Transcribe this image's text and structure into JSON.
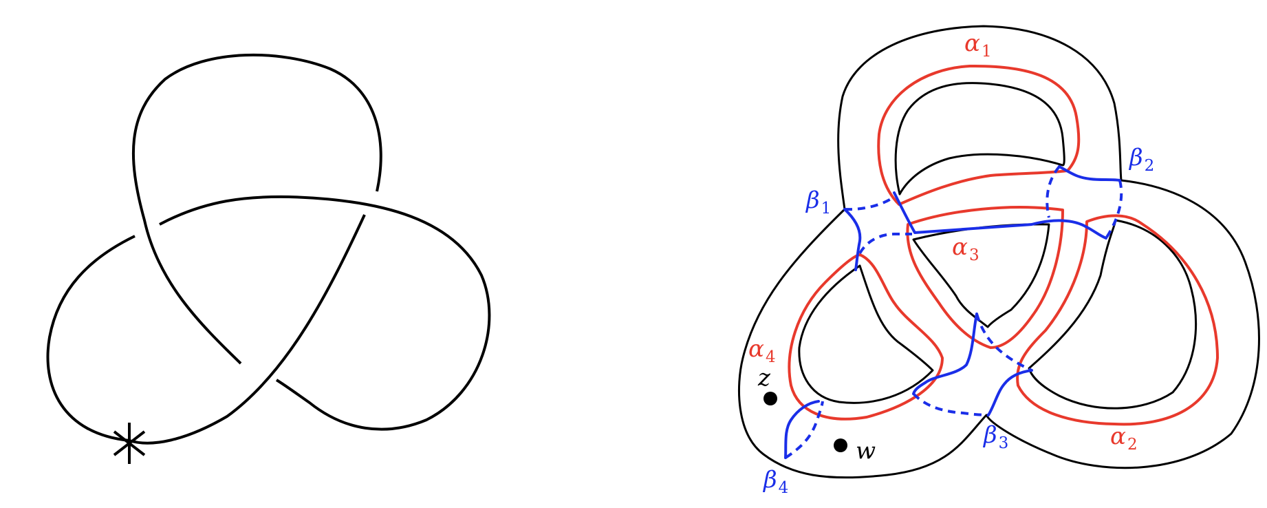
{
  "colors": {
    "knot": "#000000",
    "alpha": "#e8392c",
    "beta": "#1a2ee8",
    "basepoint": "#000000"
  },
  "left_diagram": {
    "basepoint_symbol": "∗"
  },
  "right_diagram": {
    "alpha_curves": [
      {
        "symbol": "α",
        "index": "1"
      },
      {
        "symbol": "α",
        "index": "2"
      },
      {
        "symbol": "α",
        "index": "3"
      },
      {
        "symbol": "α",
        "index": "4"
      }
    ],
    "beta_curves": [
      {
        "symbol": "β",
        "index": "1"
      },
      {
        "symbol": "β",
        "index": "2"
      },
      {
        "symbol": "β",
        "index": "3"
      },
      {
        "symbol": "β",
        "index": "4"
      }
    ],
    "basepoints": [
      {
        "label": "z"
      },
      {
        "label": "w"
      }
    ]
  }
}
